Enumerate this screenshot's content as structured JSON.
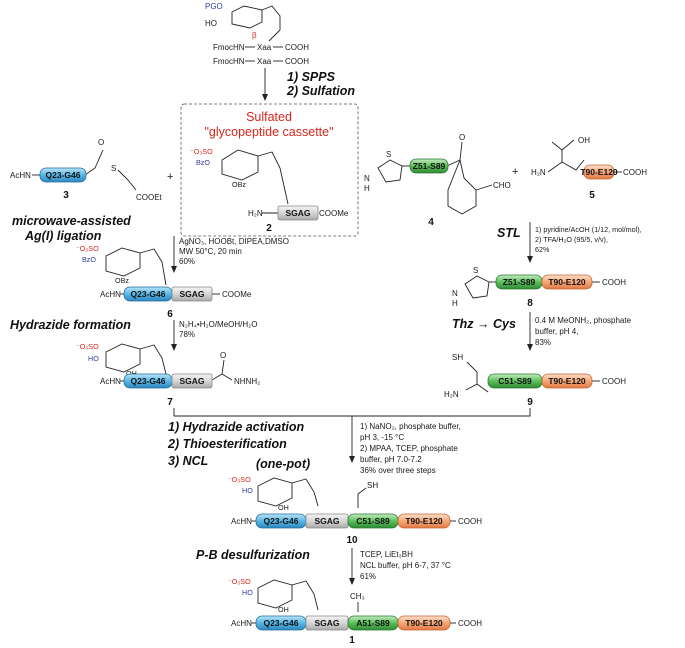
{
  "colors": {
    "blue_segment": "#58b7e6",
    "green_segment": "#5bbf5b",
    "orange_segment": "#f6a676",
    "gray_segment": "#d9d9d9",
    "cassette_title": "#d9261c",
    "protecting_group": "#2e3ea1"
  },
  "top": {
    "pg": "PGO",
    "ho": "HO",
    "beta": "β",
    "fmoc_xaa_cooh_1": "FmocHN–Xaa–COOH",
    "fmoc_xaa_cooh_2": "FmocHN–Xaa–COOH",
    "fmochn": "FmocHN",
    "xaa": "Xaa",
    "cooh": "COOH",
    "step1": "1) SPPS",
    "step2": "2) Sulfation"
  },
  "cassette": {
    "title1": "Sulfated",
    "title2": "\"glycopeptide cassette\"",
    "number": "2"
  },
  "labels": {
    "achn": "AcHN",
    "h2n": "H₂N",
    "nh": "N",
    "h": "H",
    "s": "S",
    "o": "O",
    "oh": "OH",
    "ho": "HO",
    "obz": "OBz",
    "bzo": "BzO",
    "o3so": "⁻O₃SO",
    "cooet": "COOEt",
    "coome": "COOMe",
    "cooh": "COOH",
    "cho": "CHO",
    "sh": "SH",
    "ch3": "CH₃",
    "nhnh2": "NHNH₂",
    "plus": "+"
  },
  "segments": {
    "q23": "Q23-G46",
    "sgag": "SGAG",
    "z51": "Z51-S89",
    "t90": "T90-E120",
    "c51": "C51-S89",
    "a51": "A51-S89"
  },
  "compounds": {
    "c1": "1",
    "c2": "2",
    "c3": "3",
    "c4": "4",
    "c5": "5",
    "c6": "6",
    "c7": "7",
    "c8": "8",
    "c9": "9",
    "c10": "10"
  },
  "steps": {
    "ligation1": "microwave-assisted",
    "ligation2": "Ag(I) ligation",
    "ligation_cond": [
      "AgNO₃, HOOBt, DIPEA,DMSO",
      "MW 50°C, 20 min",
      "60%"
    ],
    "stl": "STL",
    "stl_cond": [
      "1) pyridine/AcOH (1/12, mol/mol),",
      "2) TFA/H₂O (95/5, v/v),",
      "62%"
    ],
    "hydrazide": "Hydrazide formation",
    "hydrazide_cond": [
      "N₂H₄•H₂O/MeOH/H₂O",
      "78%"
    ],
    "thz": "Thz → Cys",
    "thz_cond": [
      "0.4 M MeONH₂, phosphate",
      "buffer, pH 4,",
      "83%"
    ],
    "onepot1": "1) Hydrazide activation",
    "onepot2": "2) Thioesterification",
    "onepot3": "3) NCL",
    "onepot_tag": "(one-pot)",
    "onepot_cond": [
      "1) NaNO₂, phosphate buffer,",
      "pH 3, -15 °C",
      "2) MPAA, TCEP, phosphate",
      "buffer, pH 7.0-7.2",
      "36% over three steps"
    ],
    "desulf": "P-B desulfurization",
    "desulf_cond": [
      "TCEP, LiEt₃BH",
      "NCL buffer, pH 6-7, 37 °C",
      "61%"
    ]
  }
}
